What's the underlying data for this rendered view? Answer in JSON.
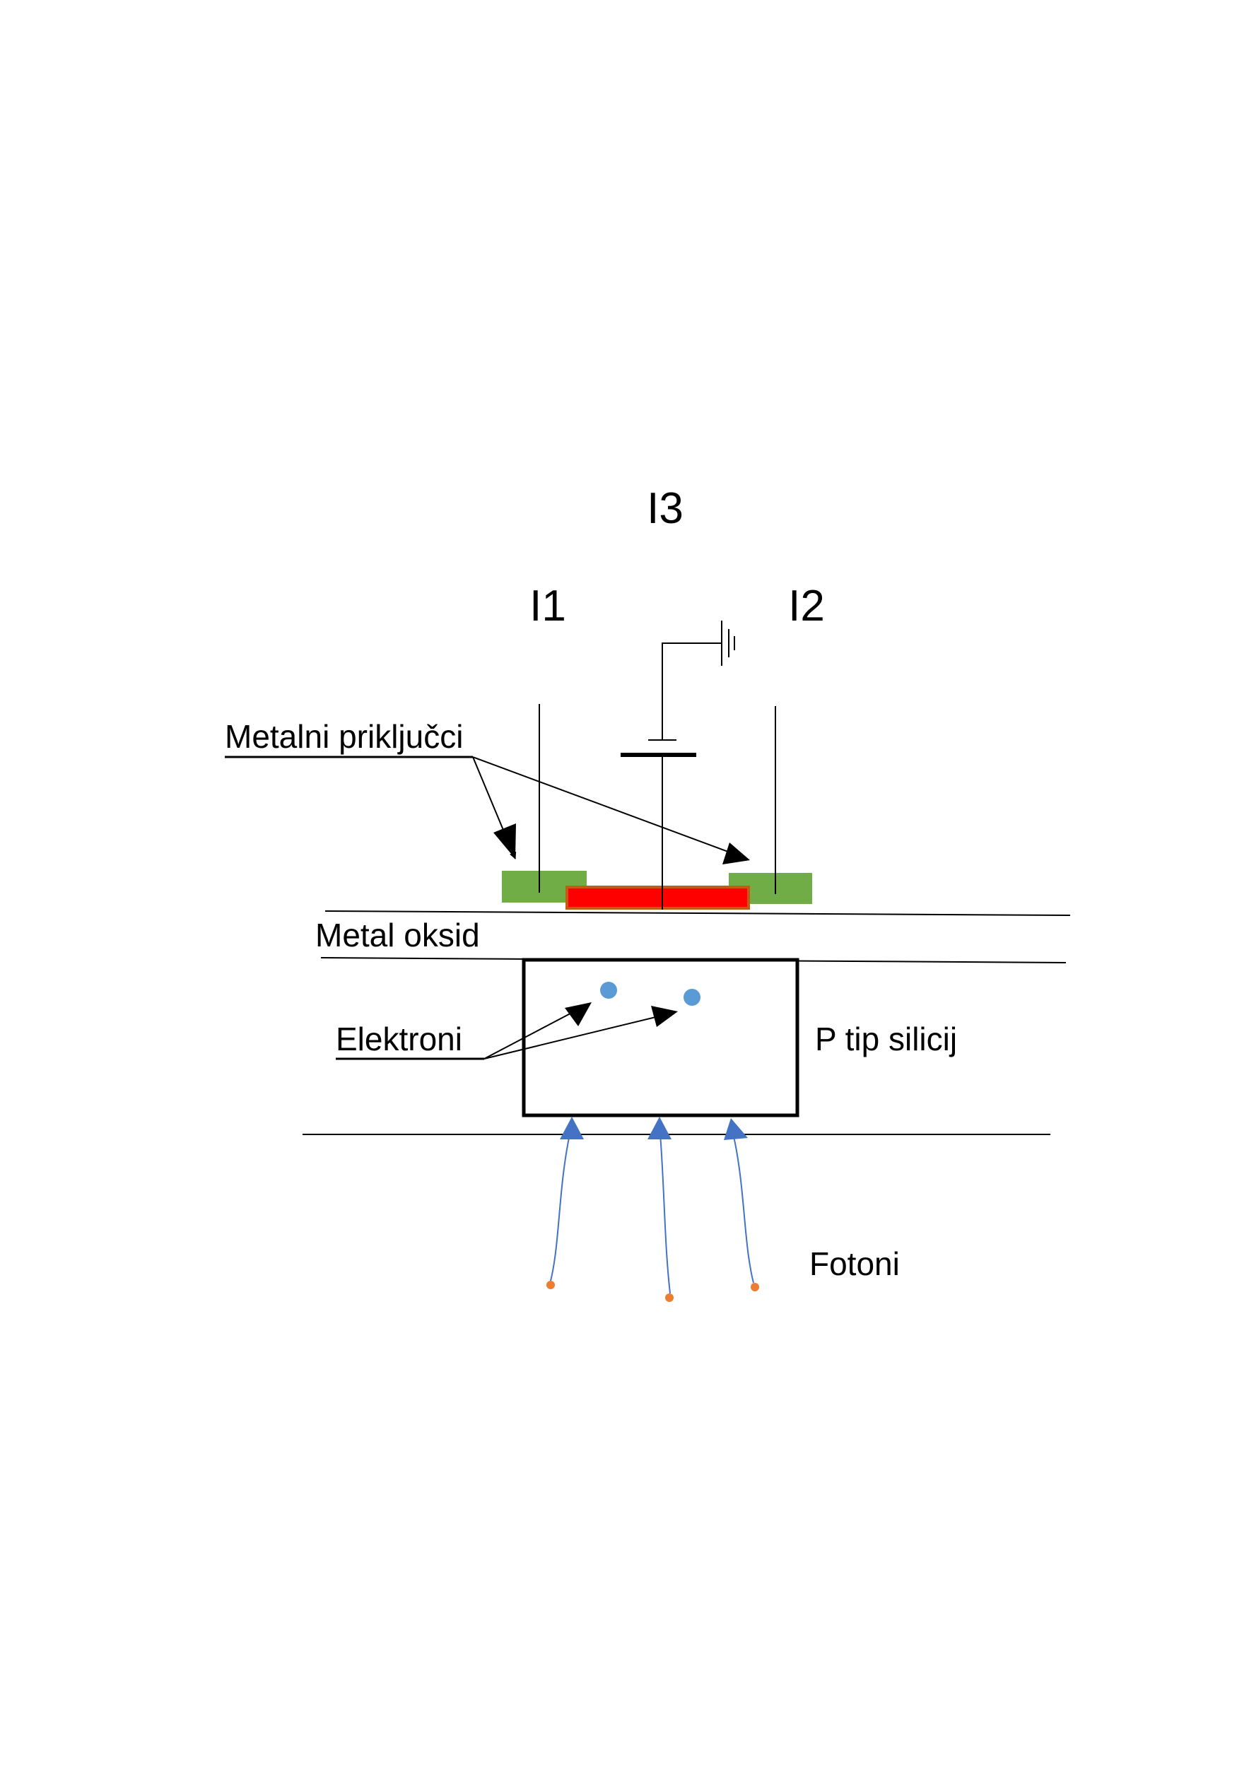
{
  "labels": {
    "i3": "I3",
    "i1": "I1",
    "i2": "I2",
    "metal_contacts": "Metalni priključci",
    "metal_oxide": "Metal oksid",
    "electrons": "Elektroni",
    "p_type_silicon": "P tip silicij",
    "photons": "Fotoni"
  },
  "colors": {
    "contact_green": "#70ad47",
    "gate_red": "#ff0000",
    "gate_border": "#c55a11",
    "electron_blue": "#5b9bd5",
    "photon_arrow": "#4472c4",
    "photon_dot": "#ed7d31"
  }
}
